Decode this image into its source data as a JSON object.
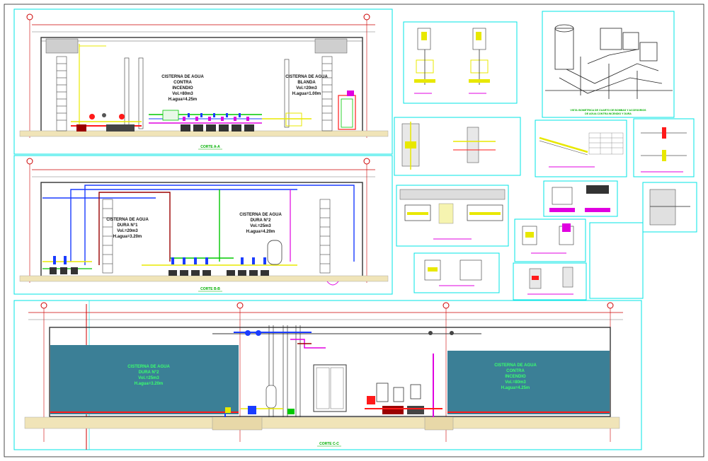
{
  "drawing": {
    "border_color": "#00e5e5",
    "water_color": "#3b7f96",
    "pipe_colors": {
      "red": "#ff1a1a",
      "yellow": "#e8e800",
      "blue": "#1a3cff",
      "magenta": "#e000e0",
      "green": "#00c800",
      "dark_red": "#9b0000"
    }
  },
  "section_aa": {
    "title": "CORTE A-A",
    "tank_left_title": "CISTERNA DE AGUA",
    "tank_left_sub1": "CONTRA",
    "tank_left_sub2": "INCENDIO",
    "tank_left_vol": "Vol.=80m3",
    "tank_left_level": "H.agua=4.25m",
    "tank_right_title": "CISTERNA DE AGUA",
    "tank_right_sub1": "BLANDA",
    "tank_right_vol": "Vol.=20m3",
    "tank_right_level": "H.agua=1.00m"
  },
  "section_bb": {
    "title": "CORTE B-B",
    "tank_left_title": "CISTERNA DE AGUA",
    "tank_left_sub": "DURA N°1",
    "tank_left_vol": "Vol.=20m3",
    "tank_left_level": "H.agua=3.20m",
    "tank_right_title": "CISTERNA DE AGUA",
    "tank_right_sub": "DURA N°2",
    "tank_right_vol": "Vol.=25m3",
    "tank_right_level": "H.agua=4.20m"
  },
  "section_cc": {
    "title": "CORTE C-C",
    "tank_left_title": "CISTERNA DE AGUA",
    "tank_left_sub": "DURA N°2",
    "tank_left_vol": "Vol.=25m3",
    "tank_left_level": "H.agua=3.20m",
    "tank_right_title": "CISTERNA DE AGUA",
    "tank_right_sub1": "CONTRA",
    "tank_right_sub2": "INCENDIO",
    "tank_right_vol": "Vol.=80m3",
    "tank_right_level": "H.agua=4.25m"
  },
  "details": {
    "iso_title_line1": "VISTA ISOMETRICA DE CUARTO DE BOMBAS Y ACCESORIOS",
    "iso_title_line2": "DE AGUA CONTRA INCENDIO Y DURA"
  }
}
